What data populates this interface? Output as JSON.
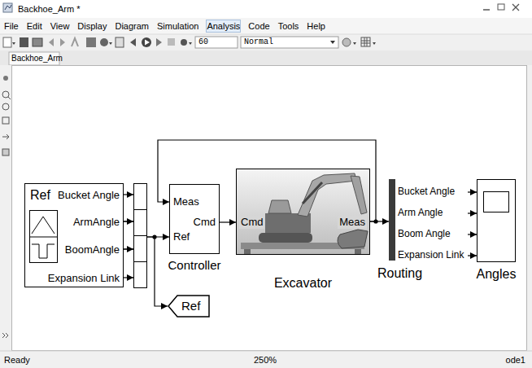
{
  "diagram": {
    "nodes": [
      {
        "text": [
          "Ref",
          "Bucket Angle",
          "ArmAngle",
          "BoomAngle",
          "Expansion Link"
        ]
      },
      {
        "text": [
          "Meas",
          "Ref",
          "Cmd",
          "Controller"
        ]
      },
      {
        "text": [
          "Cmd",
          "Meas",
          "Excavator"
        ]
      },
      {
        "text": [
          "Bucket Angle",
          "Arm Angle",
          "Boom Angle",
          "Expansion Link",
          "Routing"
        ]
      },
      {
        "text": [
          "Angles"
        ]
      },
      {
        "text": [
          "Ref"
        ]
      }
    ],
    "edges": [
      {
        "from": 0,
        "to": 1,
        "arrow": "to"
      },
      {
        "from": 0,
        "to": 5,
        "arrow": "to"
      },
      {
        "from": 1,
        "to": 2,
        "arrow": "to"
      },
      {
        "from": 2,
        "to": 1,
        "arrow": "to"
      },
      {
        "from": 2,
        "to": 3,
        "arrow": "to"
      },
      {
        "from": 3,
        "to": 4,
        "arrow": "to"
      },
      {
        "from": 3,
        "to": 4,
        "arrow": "to"
      },
      {
        "from": 3,
        "to": 4,
        "arrow": "to"
      },
      {
        "from": 3,
        "to": 4,
        "arrow": "to"
      }
    ],
    "labels": [
      "Backhoe_Arm *",
      "File",
      "Edit",
      "View",
      "Display",
      "Diagram",
      "Simulation",
      "Analysis",
      "Code",
      "Tools",
      "Help",
      "60",
      "Normal",
      "Backhoe_Arm",
      "Ready",
      "250%",
      "ode1"
    ]
  }
}
